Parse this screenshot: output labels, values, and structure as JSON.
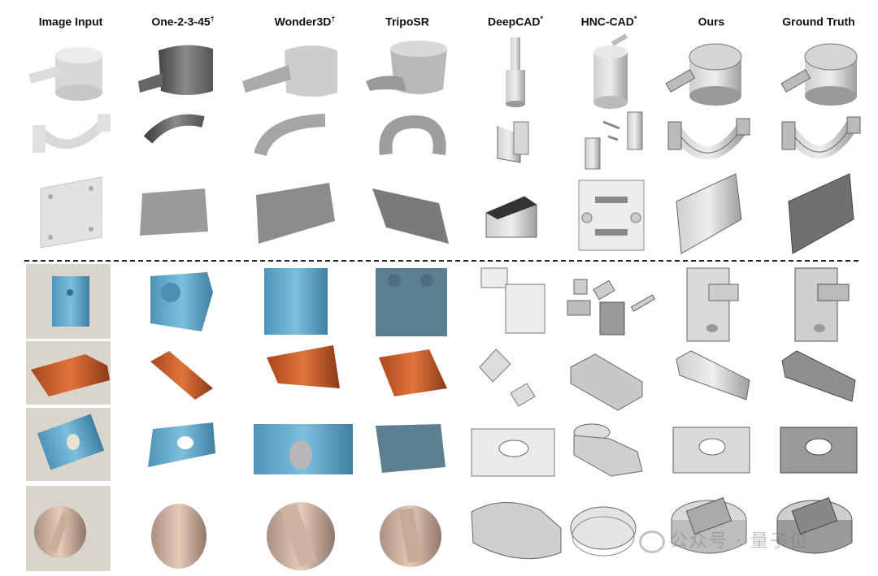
{
  "headers": [
    {
      "label": "Image Input",
      "mark": ""
    },
    {
      "label": "One-2-3-45",
      "mark": "†"
    },
    {
      "label": "Wonder3D",
      "mark": "†"
    },
    {
      "label": "TripoSR",
      "mark": ""
    },
    {
      "label": "DeepCAD",
      "mark": "*"
    },
    {
      "label": "HNC-CAD",
      "mark": "*"
    },
    {
      "label": "Ours",
      "mark": ""
    },
    {
      "label": "Ground Truth",
      "mark": ""
    }
  ],
  "watermark": "公众号 · 量子位",
  "colors": {
    "cad_gray": "#b9b9b9",
    "mesh_dark": "#6b6b6b",
    "blue_part": "#5fa8cc",
    "orange_part": "#d9612a",
    "beige_part": "#d9b9a3"
  }
}
